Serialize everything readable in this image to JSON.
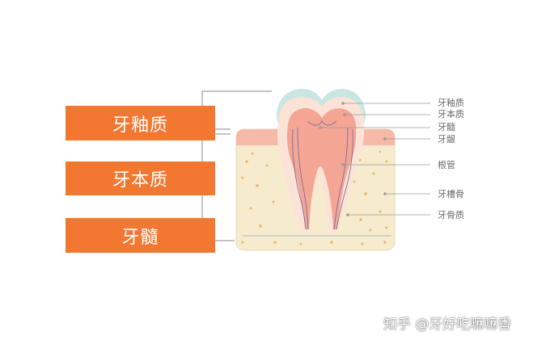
{
  "left_tags": {
    "enamel": "牙釉质",
    "dentin": "牙本质",
    "pulp": "牙髓"
  },
  "labels": [
    "牙釉质",
    "牙本质",
    "牙髓",
    "牙龈",
    "根管",
    "牙槽骨",
    "牙骨质"
  ],
  "watermark": "知乎 @牙好吃嘛嘛香",
  "colors": {
    "tag_orange": "#f27832",
    "enamel": "#c9e6e2",
    "dentin": "#fbe3d7",
    "pulp": "#f4a594",
    "gum": "#f6b8a7",
    "bone": "#f6ebcc",
    "bone_dots": "#e3b56a",
    "canal_lines": "#7d6f9e"
  }
}
